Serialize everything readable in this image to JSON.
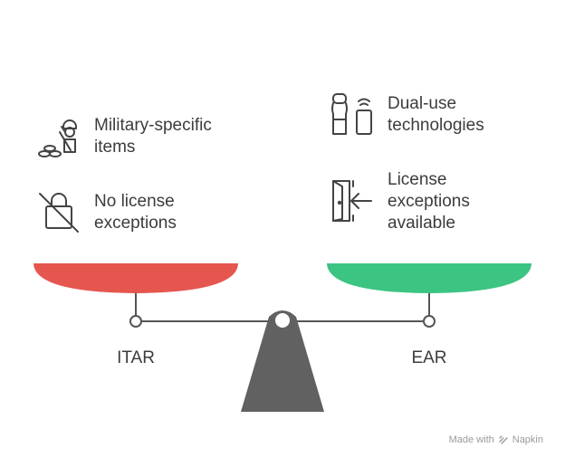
{
  "left": {
    "label": "ITAR",
    "color": "#e5564f",
    "items": [
      {
        "icon": "soldier-icon",
        "lines": [
          "Military-specific",
          "items"
        ]
      },
      {
        "icon": "no-lock-icon",
        "lines": [
          "No license",
          "exceptions"
        ]
      }
    ]
  },
  "right": {
    "label": "EAR",
    "color": "#3cc483",
    "items": [
      {
        "icon": "device-signal-icon",
        "lines": [
          "Dual-use",
          "technologies"
        ]
      },
      {
        "icon": "door-enter-icon",
        "lines": [
          "License",
          "exceptions",
          "available"
        ]
      }
    ]
  },
  "beam_color": "#555555",
  "fulcrum_color": "#616161",
  "watermark": {
    "prefix": "Made with",
    "brand": "Napkin"
  }
}
